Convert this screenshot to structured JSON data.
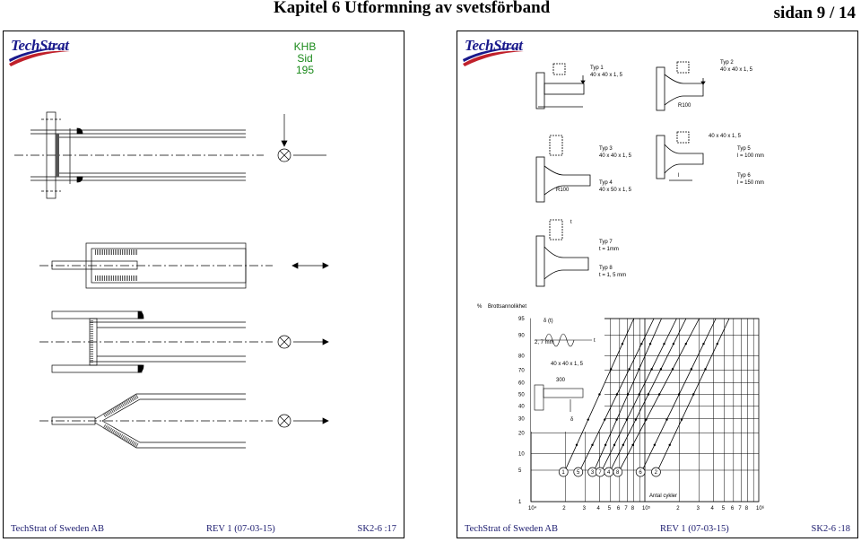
{
  "header": {
    "chapter": "Kapitel 6  Utformning av svetsförband",
    "page": "sidan 9 / 14"
  },
  "left_slide": {
    "logo": "TechStrat",
    "ref_line1": "KHB",
    "ref_line2": "Sid 195",
    "footer_company": "TechStrat of Sweden AB",
    "footer_rev": "REV 1 (07-03-15)",
    "footer_code": "SK2-6 :17"
  },
  "right_slide": {
    "logo": "TechStrat",
    "typ1": "Typ 1",
    "typ1_dim": "40 x 40 x 1, 5",
    "typ2": "Typ 2",
    "typ2_dim": "40 x 40 x 1, 5",
    "r100": "R100",
    "typ3": "Typ 3",
    "typ3_dim": "40 x 40 x 1, 5",
    "typ4": "Typ 4",
    "typ4_dim": "40 x 50 x 1, 5",
    "top_dim": "40 x 40 x 1, 5",
    "typ5": "Typ 5",
    "typ5_dim": "l = 100 mm",
    "typ6": "Typ 6",
    "typ6_dim": "l = 150 mm",
    "l_label": "l",
    "t_label": "t",
    "typ7": "Typ 7",
    "typ7_dim": "t = 1mm",
    "typ8": "Typ 8",
    "typ8_dim": "t = 1, 5 mm",
    "footer_company": "TechStrat of Sweden AB",
    "footer_rev": "REV 1 (07-03-15)",
    "footer_code": "SK2-6 :18"
  },
  "chart_data": {
    "type": "line",
    "title": "Brottsannolikhet",
    "ylabel": "%",
    "xlabel": "Antal cykler",
    "x_scale": "log",
    "y_scale": "probability",
    "xlim": [
      10000,
      1000000
    ],
    "x_major_labels": [
      "10⁴",
      "10⁵",
      "10⁶"
    ],
    "x_minor_labels": [
      "2",
      "3",
      "4",
      "5",
      "6",
      "7",
      "8"
    ],
    "y_ticks": [
      1,
      5,
      10,
      20,
      30,
      40,
      50,
      60,
      70,
      80,
      90,
      95
    ],
    "inset": {
      "delta_t": "δ (t)",
      "amplitude": "2, 7\nmm",
      "t_axis": "t",
      "profile": "40 x 40 x 1, 5",
      "length": "300",
      "delta": "δ"
    },
    "series": [
      {
        "name": "1",
        "x": [
          20000,
          80000
        ],
        "y": [
          5,
          95
        ]
      },
      {
        "name": "5",
        "x": [
          27000,
          120000
        ],
        "y": [
          5,
          95
        ]
      },
      {
        "name": "3",
        "x": [
          36000,
          140000
        ],
        "y": [
          5,
          95
        ]
      },
      {
        "name": "7",
        "x": [
          42000,
          190000
        ],
        "y": [
          5,
          95
        ]
      },
      {
        "name": "4",
        "x": [
          50000,
          230000
        ],
        "y": [
          5,
          95
        ]
      },
      {
        "name": "8",
        "x": [
          60000,
          300000
        ],
        "y": [
          5,
          95
        ]
      },
      {
        "name": "6",
        "x": [
          95000,
          420000
        ],
        "y": [
          5,
          95
        ]
      },
      {
        "name": "2",
        "x": [
          130000,
          550000
        ],
        "y": [
          5,
          95
        ]
      }
    ]
  }
}
